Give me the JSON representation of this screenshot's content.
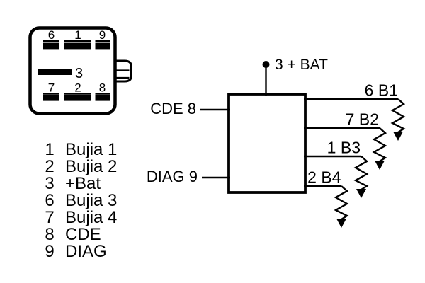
{
  "colors": {
    "ink": "#000000",
    "background": "#ffffff"
  },
  "connector": {
    "top_row_pins": [
      "6",
      "1",
      "9"
    ],
    "middle_pin": "3",
    "bottom_row_pins": [
      "7",
      "2",
      "8"
    ]
  },
  "legend": [
    {
      "pin": "1",
      "label": "Bujia 1"
    },
    {
      "pin": "2",
      "label": "Bujia 2"
    },
    {
      "pin": "3",
      "label": "+Bat"
    },
    {
      "pin": "6",
      "label": "Bujia 3"
    },
    {
      "pin": "7",
      "label": "Bujia 4"
    },
    {
      "pin": "8",
      "label": "CDE"
    },
    {
      "pin": "9",
      "label": "DIAG"
    }
  ],
  "schematic": {
    "power_label": "3 + BAT",
    "inputs": [
      "CDE 8",
      "DIAG 9"
    ],
    "outputs": [
      "6 B1",
      "7 B2",
      "1 B3",
      "2 B4"
    ]
  }
}
